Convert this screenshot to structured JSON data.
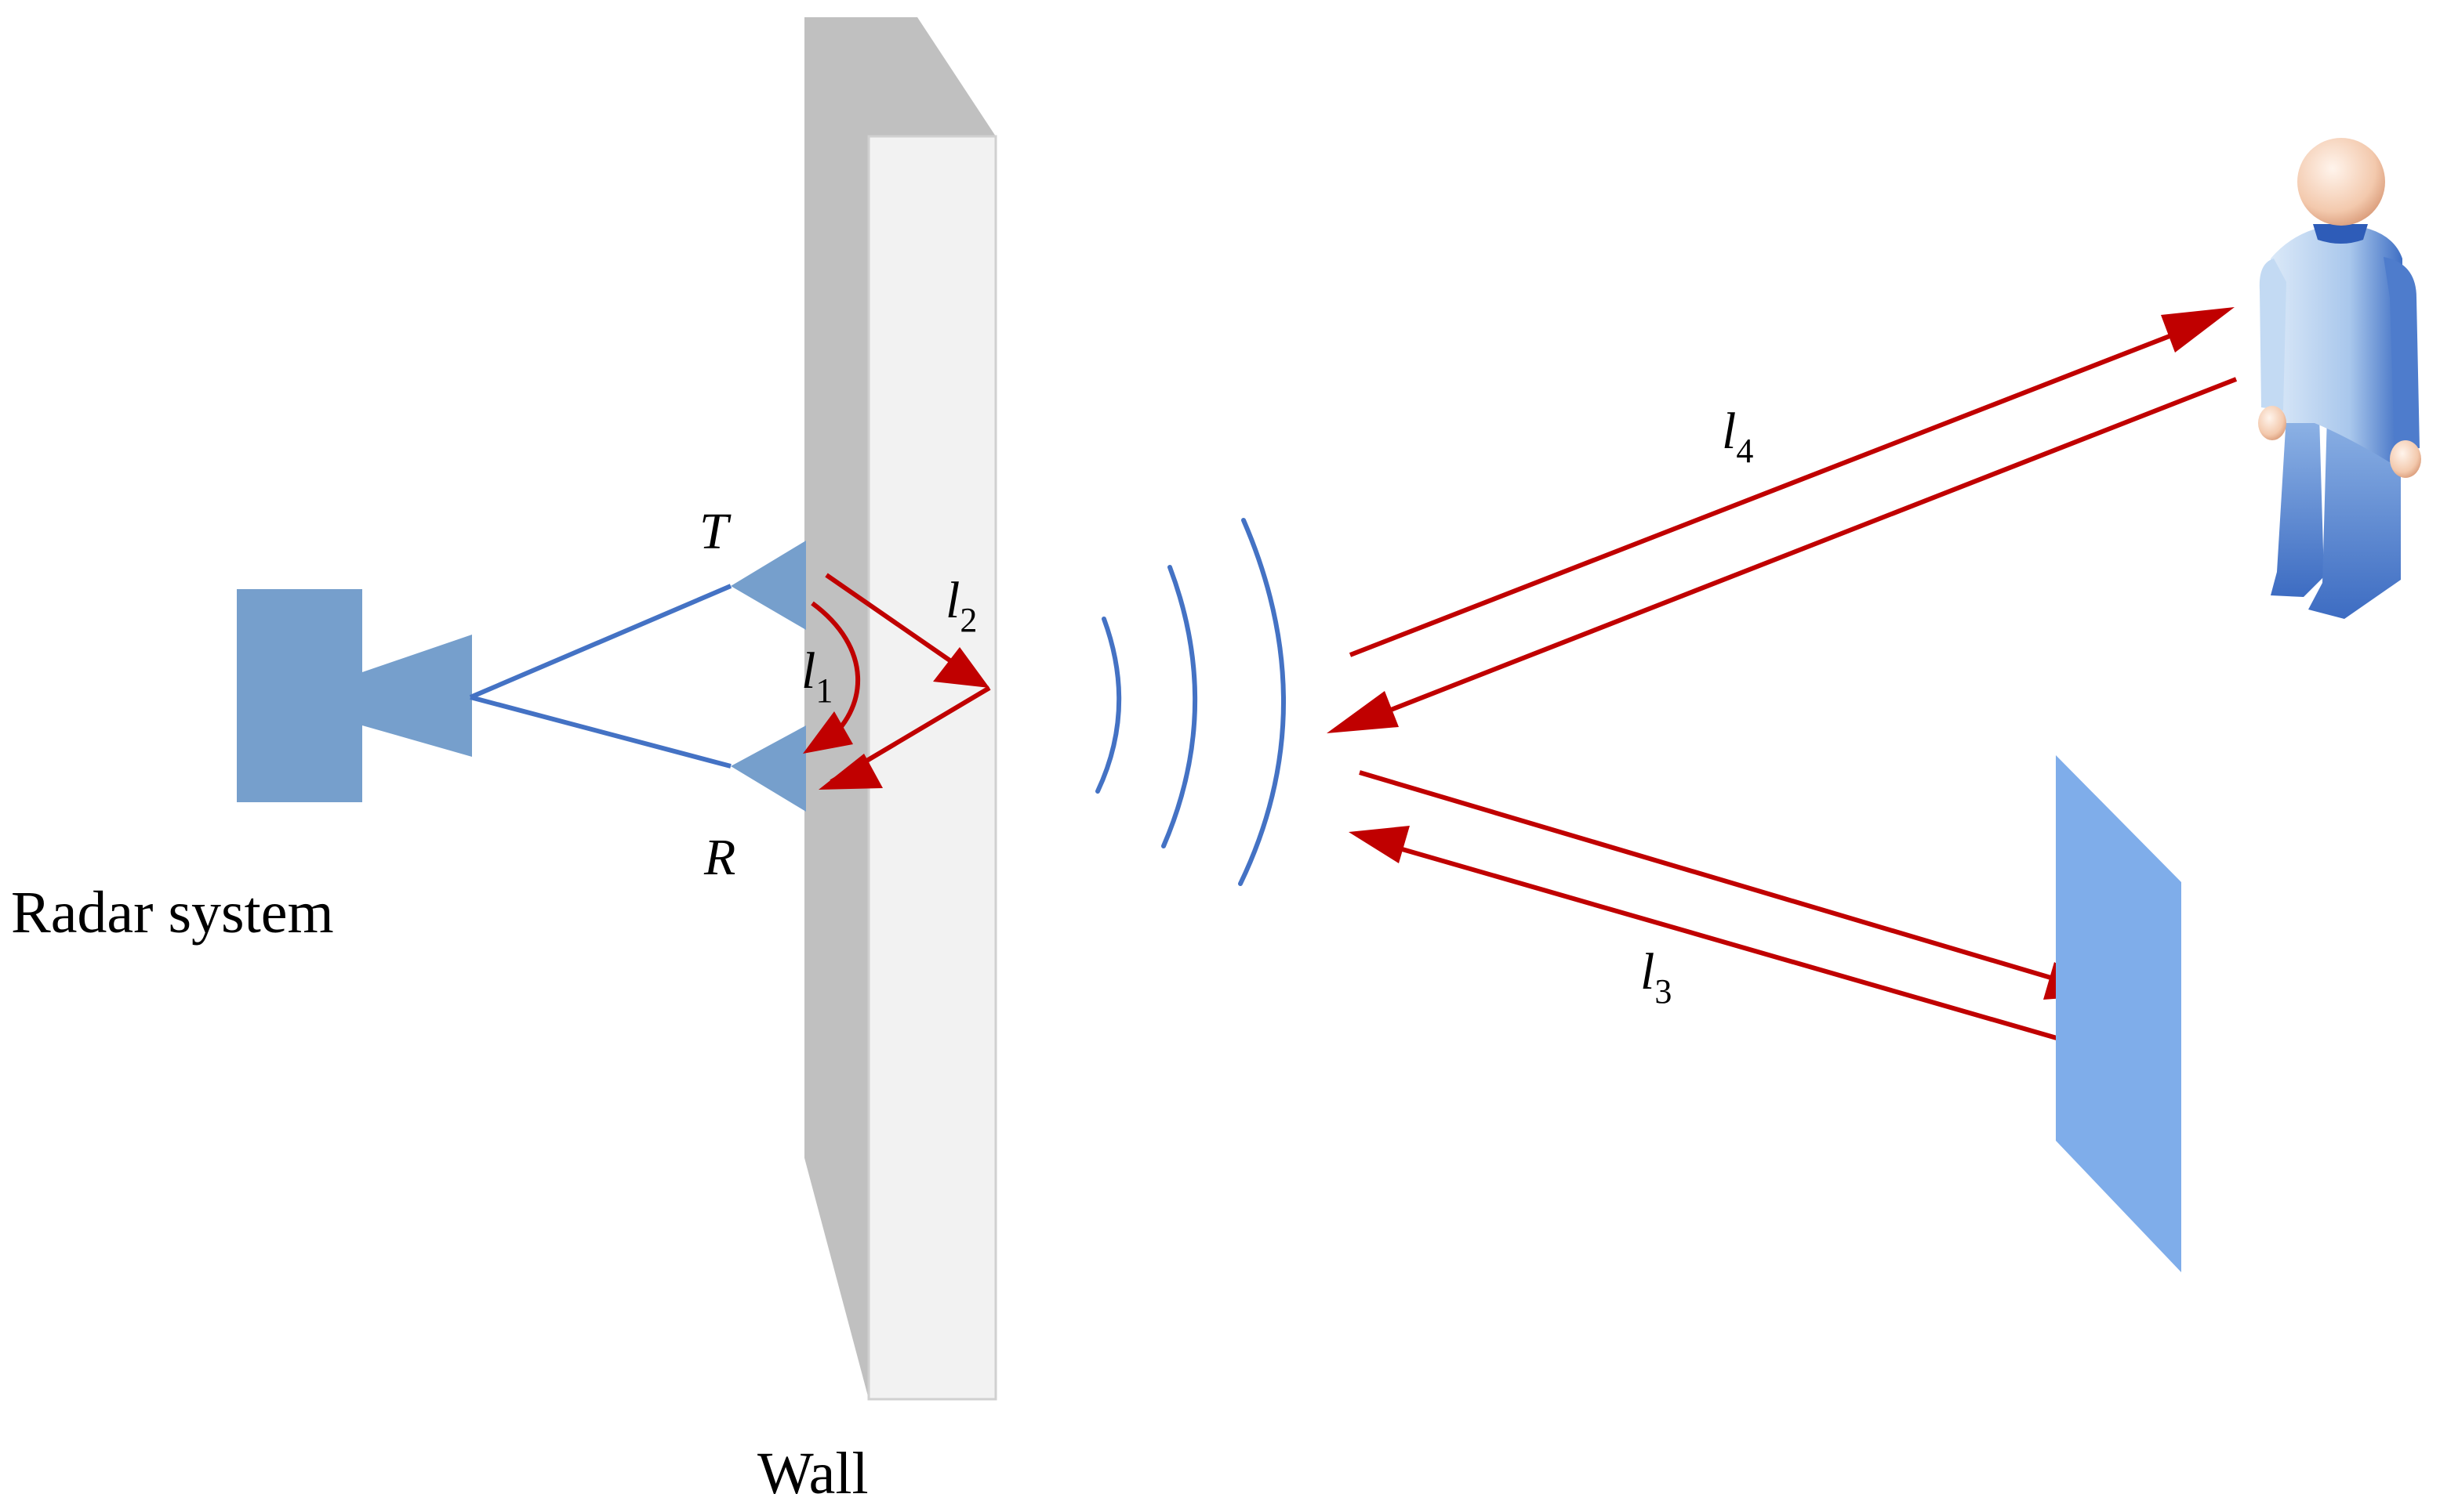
{
  "labels": {
    "radar_system": "Radar system",
    "wall": "Wall",
    "transmitter": "T",
    "receiver": "R"
  },
  "paths": {
    "l1": {
      "letter": "l",
      "sub": "1"
    },
    "l2": {
      "letter": "l",
      "sub": "2"
    },
    "l3": {
      "letter": "l",
      "sub": "3"
    },
    "l4": {
      "letter": "l",
      "sub": "4"
    }
  },
  "colors": {
    "radar": "#769fcc",
    "antenna_line": "#4472c4",
    "signal_arrow": "#c00000",
    "wave": "#4472c4",
    "wall_front": "#f2f2f2",
    "wall_side": "#c0c0c0",
    "plate": "#7fadea"
  }
}
